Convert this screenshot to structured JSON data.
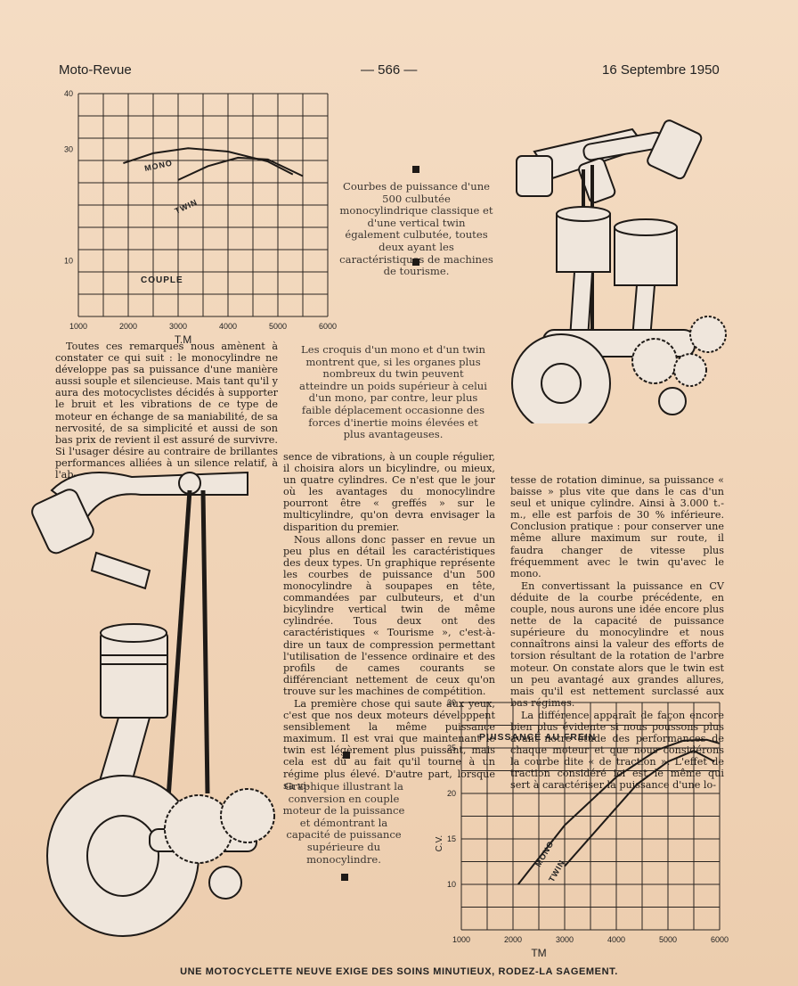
{
  "header": {
    "left": "Moto-Revue",
    "center": "— 566 —",
    "right": "16 Septembre 1950"
  },
  "chart_data": [
    {
      "type": "line",
      "title": "",
      "xlabel": "T.M",
      "ylabel": "",
      "xlim": [
        1000,
        6000
      ],
      "ylim": [
        0,
        40
      ],
      "x_ticks": [
        "1000",
        "2000",
        "3000",
        "4000",
        "5000",
        "6000"
      ],
      "y_ticks": [
        "10",
        "30",
        "40"
      ],
      "annotations": [
        "COUPLE"
      ],
      "series": [
        {
          "name": "MONO",
          "x": [
            1900,
            2500,
            3200,
            4000,
            4800,
            5300
          ],
          "y": [
            27.5,
            29.3,
            30.2,
            29.6,
            27.8,
            25.5
          ]
        },
        {
          "name": "TWIN",
          "x": [
            3000,
            3600,
            4200,
            4800,
            5500
          ],
          "y": [
            24.5,
            27.0,
            28.5,
            28.2,
            25.2
          ]
        }
      ]
    },
    {
      "type": "line",
      "title": "PUISSANCE AU FREIN",
      "xlabel": "TM",
      "ylabel": "C.V.",
      "xlim": [
        1000,
        6000
      ],
      "ylim": [
        5,
        30
      ],
      "x_ticks": [
        "1000",
        "2000",
        "3000",
        "4000",
        "5000",
        "6000"
      ],
      "y_ticks": [
        "10",
        "15",
        "20",
        "25",
        "30"
      ],
      "series": [
        {
          "name": "MONO",
          "x": [
            2100,
            3000,
            4000,
            4800,
            5300,
            5750,
            6000
          ],
          "y": [
            10,
            16.5,
            21.8,
            24.8,
            25.8,
            25.9,
            25.5
          ]
        },
        {
          "name": "TWIN",
          "x": [
            3000,
            3700,
            4400,
            5000,
            5500,
            5900
          ],
          "y": [
            12,
            16.5,
            21,
            23.5,
            24.7,
            23.5
          ]
        }
      ]
    }
  ],
  "captions": {
    "chart1": "Courbes de puissance d'une 500 culbutée monocylindrique classique et d'une vertical twin également culbutée, toutes deux ayant les caractéristiques de machines de tourisme.",
    "sketches": "Les croquis d'un mono et d'un twin montrent que, si les organes plus nombreux du twin peuvent atteindre un poids supérieur à celui d'un mono, par contre, leur plus faible déplacement occasionne des forces d'inertie moins élevées et plus avantageuses.",
    "chart2": "Graphique illustrant la conversion en couple moteur de la puissance et démontrant la capacité de puissance supérieure du monocylindre."
  },
  "col1": [
    "Toutes ces remarques nous amènent à constater ce qui suit : le monocylindre ne développe pas sa puissance d'une manière aussi souple et silencieuse. Mais tant qu'il y aura des motocyclistes décidés à supporter le bruit et les vibrations de ce type de moteur en échange de sa maniabilité, de sa nervosité, de sa simplicité et aussi de son bas prix de revient il est assuré de survivre. Si l'usager désire au contraire de brillantes performances alliées à un silence relatif, à l'ab-"
  ],
  "col2": [
    "sence de vibrations, à un couple régulier, il choisira alors un bicylindre, ou mieux, un quatre cylindres. Ce n'est que le jour où les avantages du monocylindre pourront être « greffés » sur le multicylindre, qu'on devra envisager la disparition du premier.",
    "Nous allons donc passer en revue un peu plus en détail les caractéristiques des deux types. Un graphique représente les courbes de puissance d'un 500 monocylindre à soupapes en tête, commandées par culbuteurs, et d'un bicylindre vertical twin de même cylindrée. Tous deux ont des caractéristiques « Tourisme », c'est-à-dire un taux de compression permettant l'utilisation de l'essence ordinaire et des profils de cames courants se différenciant nettement de ceux qu'on trouve sur les machines de compétition.",
    "La première chose qui saute aux yeux, c'est que nos deux moteurs développent sensiblement la même puissance maximum. Il est vrai que maintenant le twin est légèrement plus puissant, mais cela est dû au fait qu'il tourne à un régime plus élevé. D'autre part, lorsque sa vi-"
  ],
  "col3": [
    "tesse de rotation diminue, sa puissance « baisse » plus vite que dans le cas d'un seul et unique cylindre. Ainsi à 3.000 t.-m., elle est parfois de 30 % inférieure. Conclusion pratique : pour conserver une même allure maximum sur route, il faudra changer de vitesse plus fréquemment avec le twin qu'avec le mono.",
    "En convertissant la puissance en CV déduite de la courbe précédente, en couple, nous aurons une idée encore plus nette de la capacité de puissance supérieure du monocylindre et nous connaîtrons ainsi la valeur des efforts de torsion résultant de la rotation de l'arbre moteur. On constate alors que le twin est un peu avantagé aux grandes allures, mais qu'il est nettement surclassé aux bas régimes.",
    "La différence apparaît de façon encore bien plus évidente si nous poussons plus avant notre étude des performances de chaque moteur et que nous considérons la courbe dite « de traction ». L'effet de traction considéré ici est le même qui sert à caractériser la puissance d'une lo-"
  ],
  "footer": "UNE MOTOCYCLETTE NEUVE EXIGE DES SOINS MINUTIEUX, RODEZ-LA SAGEMENT."
}
